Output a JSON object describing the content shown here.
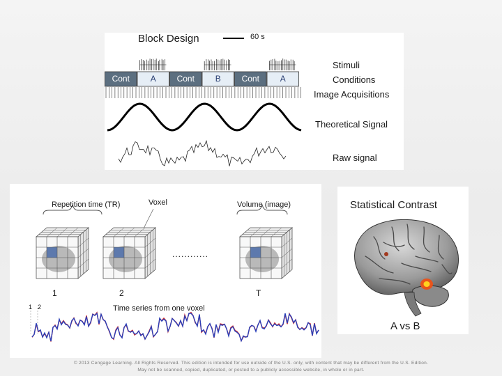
{
  "block_design": {
    "title": "Block Design",
    "scale_label": "60 s",
    "conditions": [
      "Cont",
      "A",
      "Cont",
      "B",
      "Cont",
      "A"
    ],
    "row_labels": {
      "stimuli": "Stimuli",
      "conditions": "Conditions",
      "acquisitions": "Image Acquisitions",
      "theoretical": "Theoretical Signal",
      "raw": "Raw signal"
    },
    "colors": {
      "cont": "#5c6f80",
      "active": "#e6eef6",
      "text_on_dark": "#ffffff",
      "text_on_light": "#2a3f73"
    }
  },
  "fmri": {
    "tr_label": "Repetition time (TR)",
    "voxel_label": "Voxel",
    "volume_label": "Volume (image)",
    "ellipsis": "............",
    "volume_labels": [
      "1",
      "2",
      "T"
    ],
    "time_series_label": "Time series from one voxel",
    "axis_marks": [
      "1",
      "2"
    ],
    "colors": {
      "series_blue": "#2a3fb8",
      "series_red": "#d12b2b",
      "voxel": "#5d79ad"
    }
  },
  "stat_contrast": {
    "title": "Statistical Contrast",
    "caption": "A vs B",
    "colors": {
      "activation": "#e8541c",
      "activation_core": "#ffd21f"
    }
  },
  "footer": {
    "line1": "© 2013 Cengage Learning. All Rights Reserved. This edition is intended for use outside of the U.S. only, with content that may be different from the U.S. Edition.",
    "line2": "May not be scanned, copied, duplicated, or posted to a publicly accessible website, in whole or in part."
  }
}
